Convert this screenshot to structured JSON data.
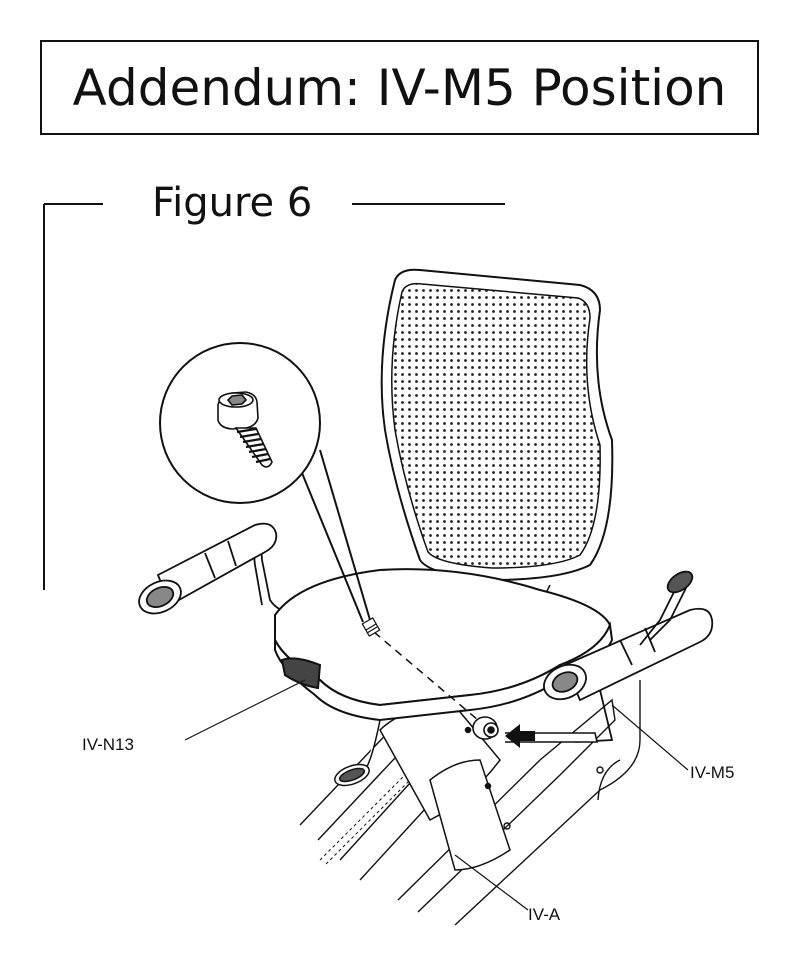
{
  "title": "Addendum: IV-M5 Position",
  "figure_label": "Figure 6",
  "callouts": {
    "n13": "IV-N13",
    "m5": "IV-M5",
    "a": "IV-A"
  }
}
